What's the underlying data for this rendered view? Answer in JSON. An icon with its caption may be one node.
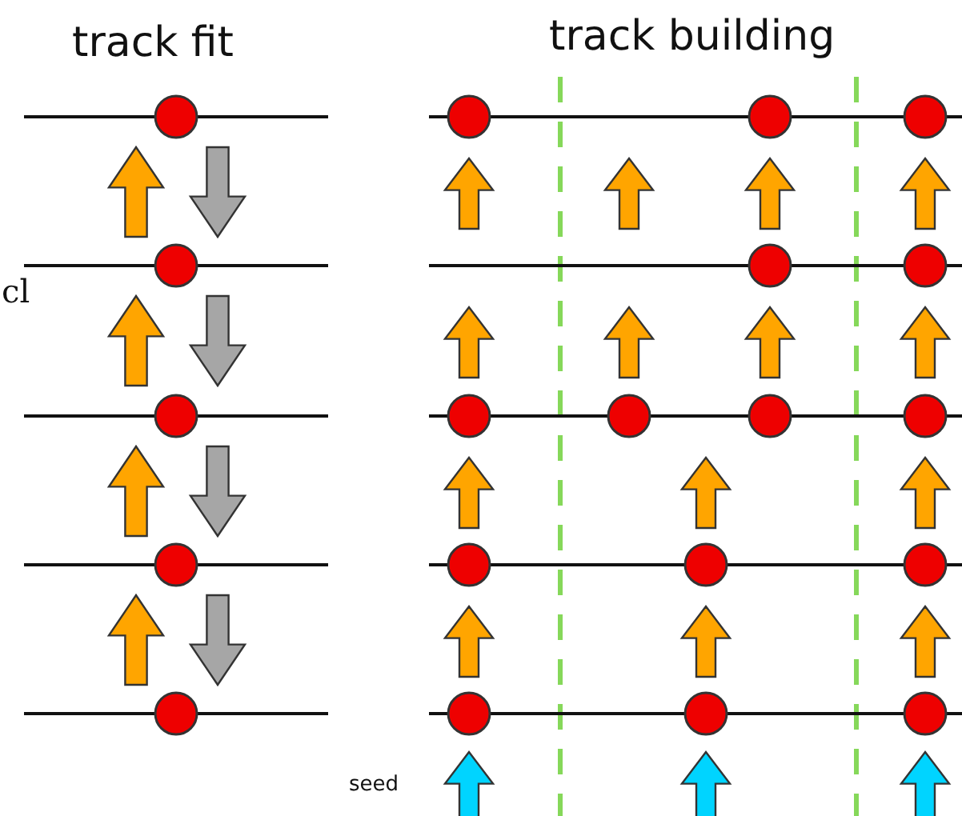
{
  "diagram": {
    "labels": [
      "track fit",
      "track building",
      "cl",
      "seed"
    ]
  }
}
